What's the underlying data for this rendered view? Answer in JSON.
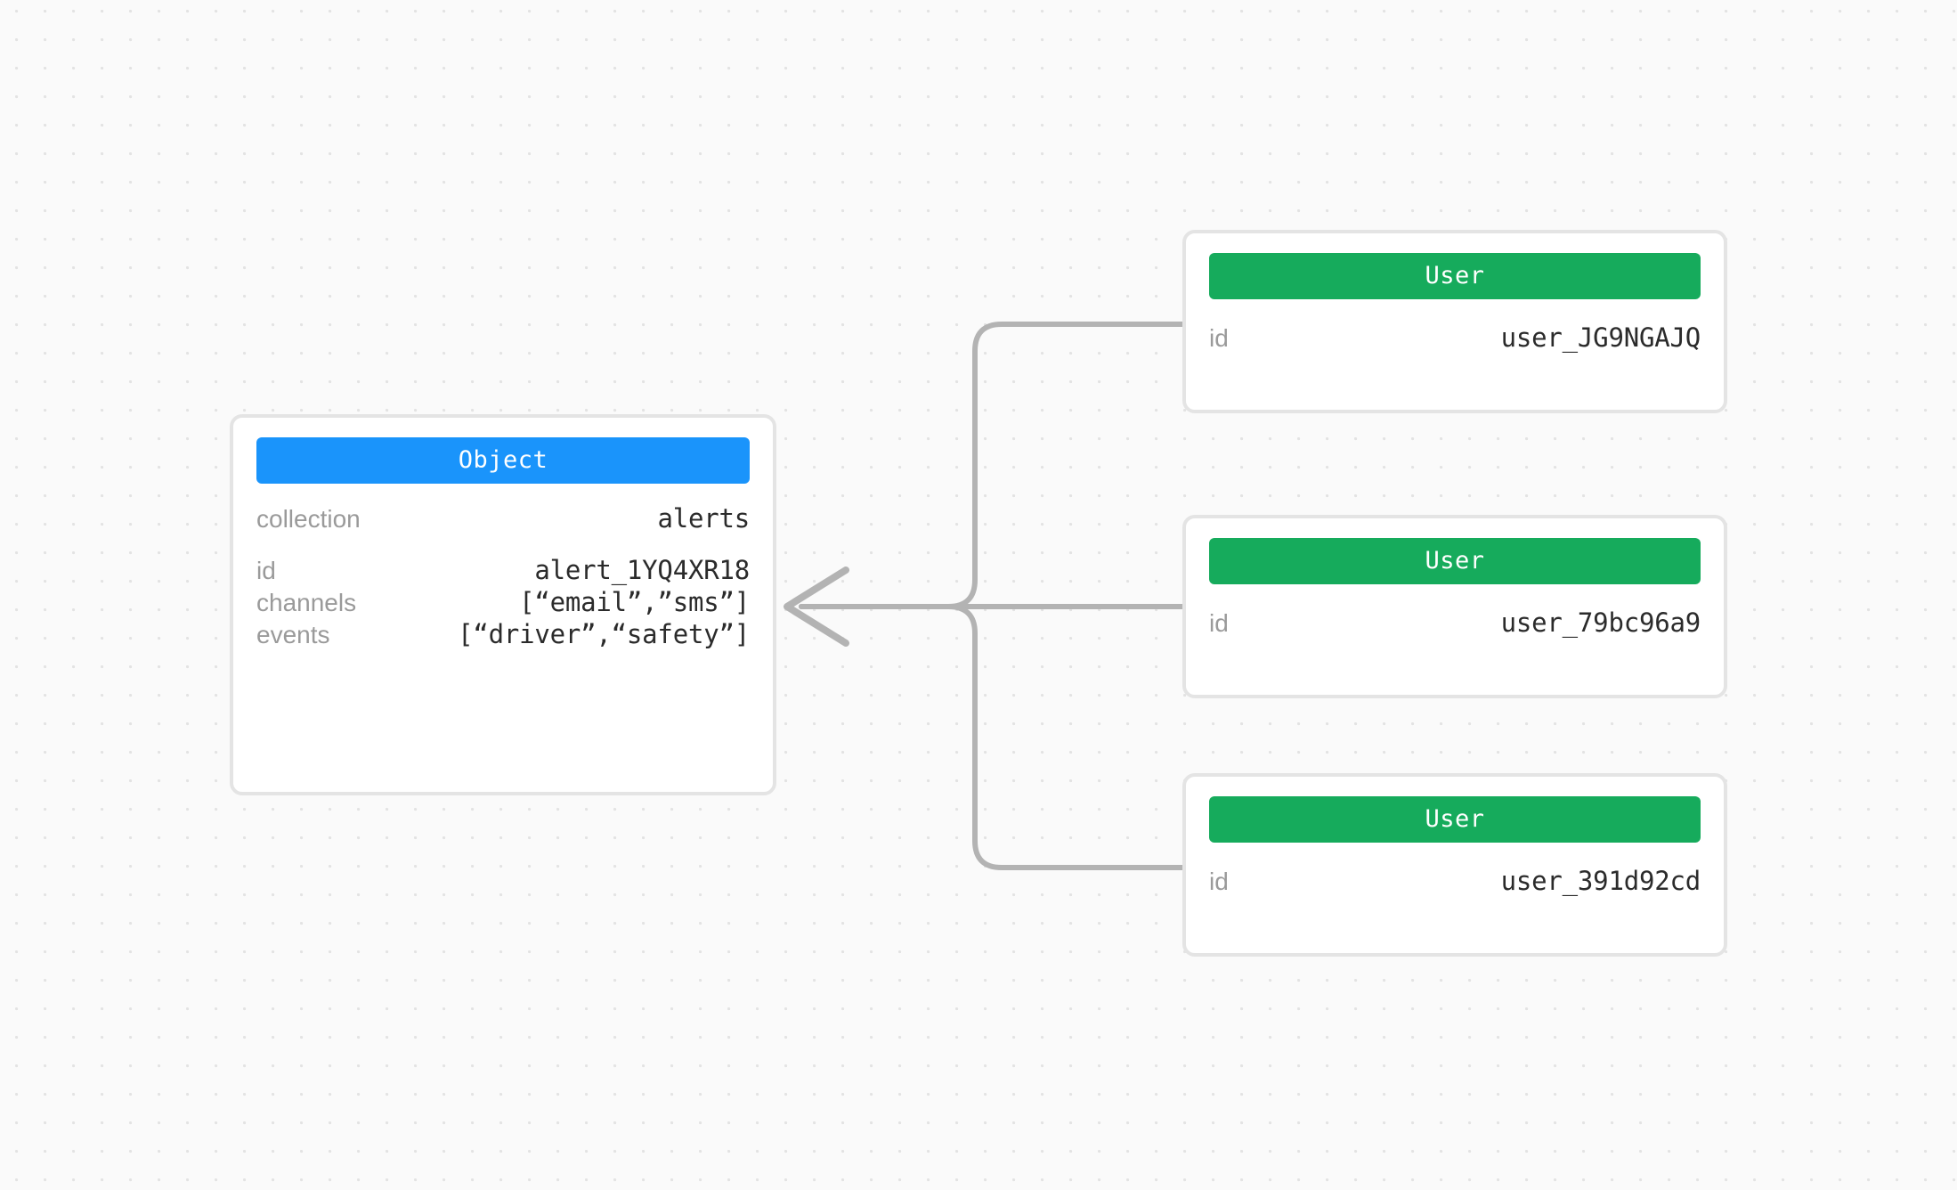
{
  "canvas": {
    "background_color": "#fafafa",
    "dot_color": "#e3e3e3",
    "edge_color": "#b3b3b3"
  },
  "nodes": {
    "object": {
      "header_label": "Object",
      "header_color": "#1a94fb",
      "rows": [
        {
          "key": "collection",
          "value": "alerts"
        },
        {
          "key": "id",
          "value": "alert_1YQ4XR18"
        },
        {
          "key": "channels",
          "value": "[“email”,”sms”]"
        },
        {
          "key": "events",
          "value": "[“driver”,“safety”]"
        }
      ]
    },
    "users": [
      {
        "header_label": "User",
        "header_color": "#16ab5c",
        "rows": [
          {
            "key": "id",
            "value": "user_JG9NGAJQ"
          }
        ]
      },
      {
        "header_label": "User",
        "header_color": "#16ab5c",
        "rows": [
          {
            "key": "id",
            "value": "user_79bc96a9"
          }
        ]
      },
      {
        "header_label": "User",
        "header_color": "#16ab5c",
        "rows": [
          {
            "key": "id",
            "value": "user_391d92cd"
          }
        ]
      }
    ]
  },
  "edges": [
    {
      "from": "user-0",
      "to": "object"
    },
    {
      "from": "user-1",
      "to": "object"
    },
    {
      "from": "user-2",
      "to": "object"
    }
  ]
}
